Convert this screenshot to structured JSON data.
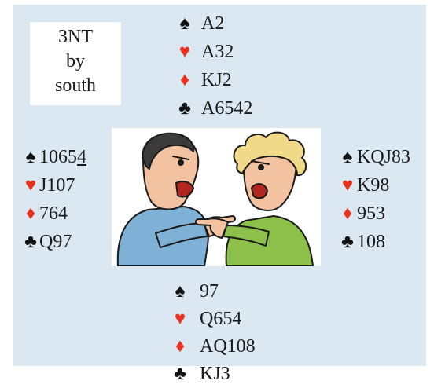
{
  "contract": {
    "line1": "3NT",
    "line2": "by",
    "line3": "south"
  },
  "suits": {
    "spade": "♠",
    "heart": "♥",
    "diamond": "♦",
    "club": "♣"
  },
  "colors": {
    "background": "#dbe7f1",
    "red_suit": "#e8311f",
    "black_suit": "#111111"
  },
  "hands": {
    "north": {
      "spades": "A2",
      "hearts": "A32",
      "diamonds": "KJ2",
      "clubs": "A6542"
    },
    "west": {
      "spades_main": "1065",
      "spades_underlined": "4",
      "hearts": "J107",
      "diamonds": "764",
      "clubs": "Q97"
    },
    "east": {
      "spades": "KQJ83",
      "hearts": "K98",
      "diamonds": "953",
      "clubs": "108"
    },
    "south": {
      "spades": "97",
      "hearts": "Q654",
      "diamonds": "AQ108",
      "clubs": "KJ3"
    }
  },
  "illustration": "two-men-arguing-cartoon"
}
